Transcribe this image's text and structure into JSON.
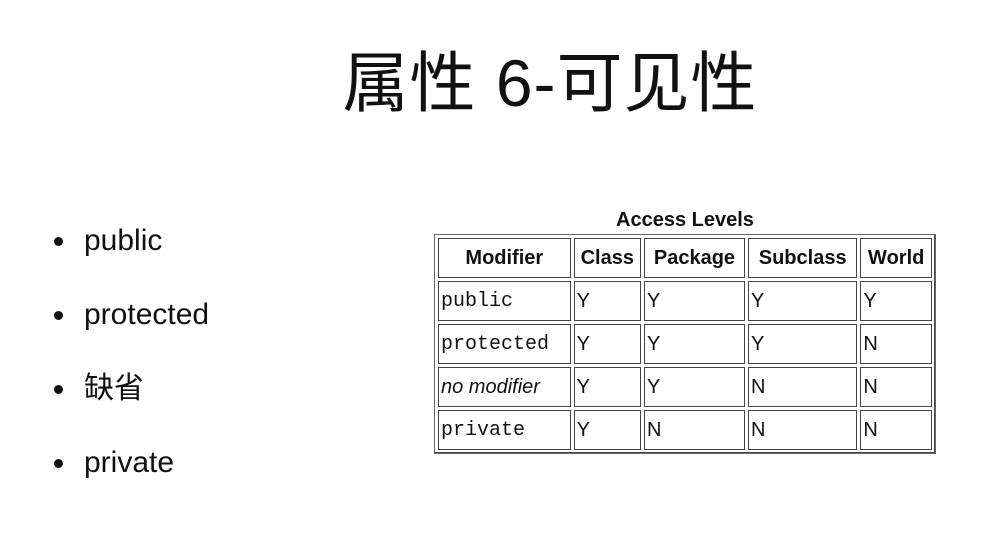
{
  "slide": {
    "title": "属性 6-可见性"
  },
  "bullets": [
    "public",
    "protected",
    "缺省",
    "private"
  ],
  "table": {
    "caption": "Access Levels",
    "headers": [
      "Modifier",
      "Class",
      "Package",
      "Subclass",
      "World"
    ],
    "rows": [
      {
        "modifier": "public",
        "style": "mono",
        "class": "Y",
        "package": "Y",
        "subclass": "Y",
        "world": "Y"
      },
      {
        "modifier": "protected",
        "style": "mono",
        "class": "Y",
        "package": "Y",
        "subclass": "Y",
        "world": "N"
      },
      {
        "modifier": "no modifier",
        "style": "italic",
        "class": "Y",
        "package": "Y",
        "subclass": "N",
        "world": "N"
      },
      {
        "modifier": "private",
        "style": "mono",
        "class": "Y",
        "package": "N",
        "subclass": "N",
        "world": "N"
      }
    ]
  }
}
